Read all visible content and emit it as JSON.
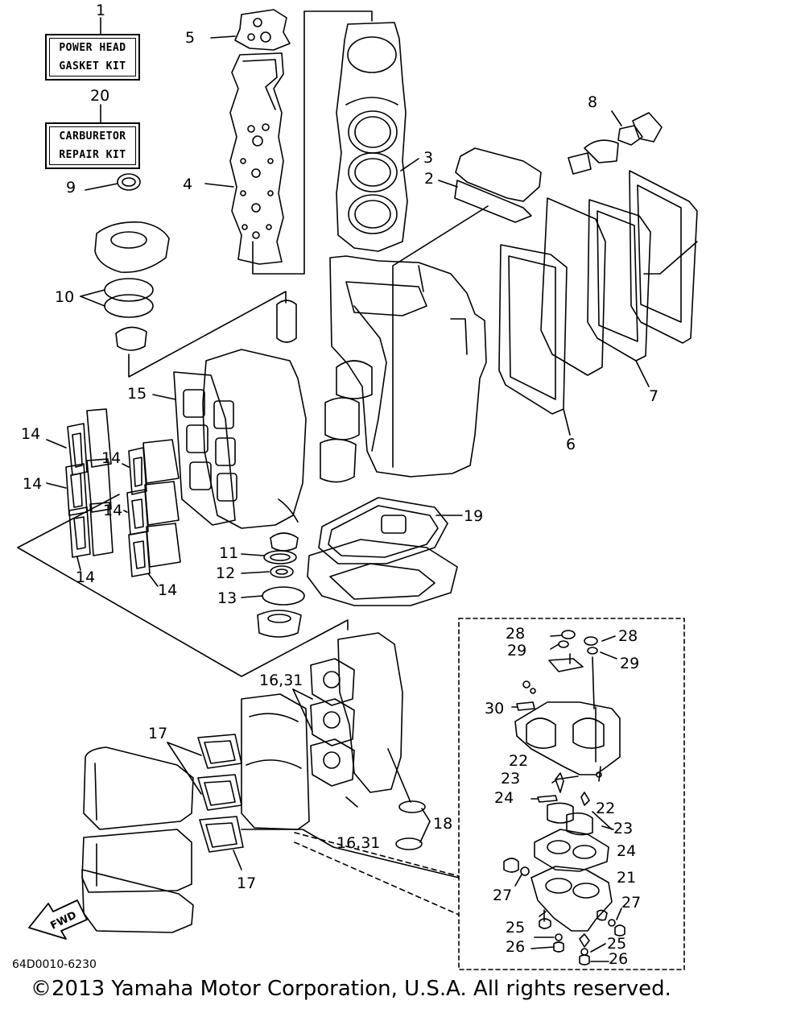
{
  "kits": {
    "power_head": {
      "number": "1",
      "line1": "POWER HEAD",
      "line2": "GASKET KIT"
    },
    "carburetor": {
      "number": "20",
      "line1": "CARBURETOR",
      "line2": "REPAIR KIT"
    }
  },
  "callouts": {
    "c2": "2",
    "c3": "3",
    "c4": "4",
    "c5": "5",
    "c6": "6",
    "c7": "7",
    "c8": "8",
    "c9": "9",
    "c10": "10",
    "c11": "11",
    "c12": "12",
    "c13": "13",
    "c14": "14",
    "c15": "15",
    "c16_31": "16,31",
    "c17": "17",
    "c18": "18",
    "c19": "19",
    "c21": "21",
    "c22": "22",
    "c23": "23",
    "c24": "24",
    "c25": "25",
    "c26": "26",
    "c27": "27",
    "c28": "28",
    "c29": "29",
    "c30": "30"
  },
  "fwd_label": "FWD",
  "drawing_code": "64D0010-6230",
  "copyright": "©2013 Yamaha Motor Corporation, U.S.A. All rights reserved."
}
